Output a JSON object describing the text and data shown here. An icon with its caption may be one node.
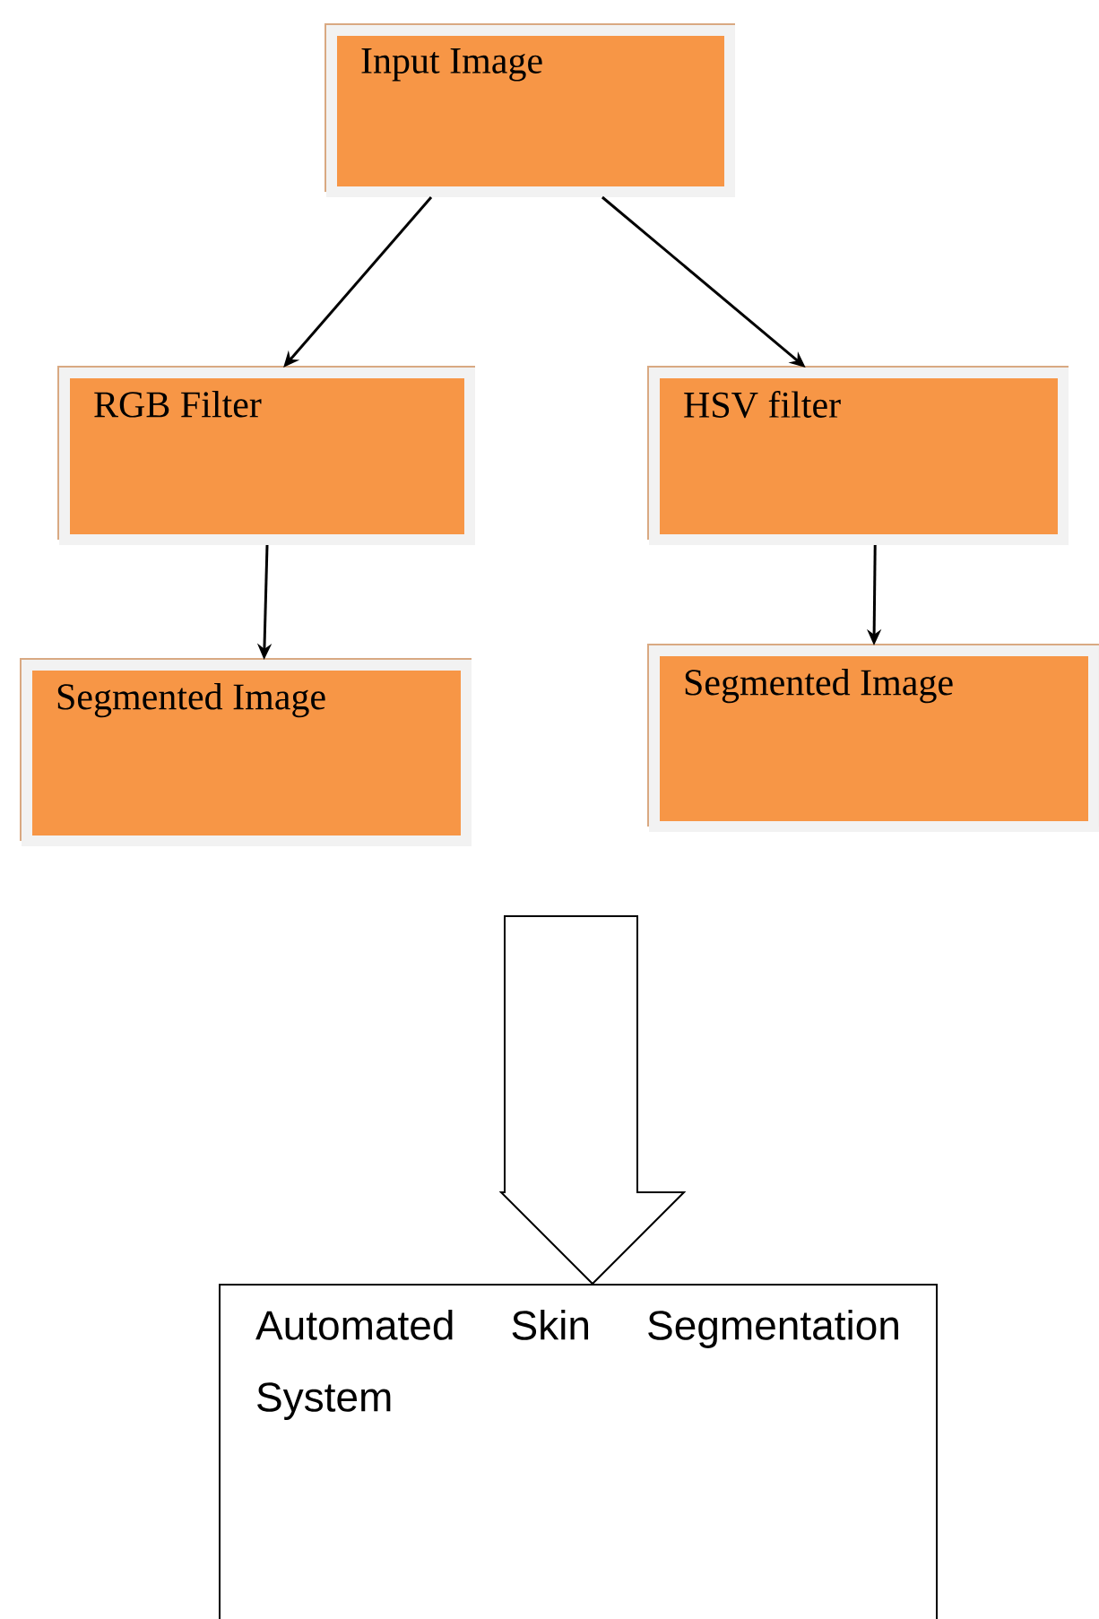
{
  "diagram": {
    "nodes": [
      {
        "text": [
          "Input Image"
        ]
      },
      {
        "text": [
          "RGB Filter"
        ]
      },
      {
        "text": [
          "HSV filter"
        ]
      },
      {
        "text": [
          "Segmented Image"
        ]
      },
      {
        "text": [
          "Segmented Image"
        ]
      },
      {
        "text": [
          "Automated Skin Segmentation System"
        ]
      }
    ],
    "edges": [
      {
        "from": 0,
        "to": 1,
        "arrow": "to"
      },
      {
        "from": 0,
        "to": 2,
        "arrow": "to"
      },
      {
        "from": 1,
        "to": 3,
        "arrow": "to"
      },
      {
        "from": 2,
        "to": 4,
        "arrow": "to"
      },
      {
        "from": null,
        "to": 5,
        "arrow": "to"
      }
    ]
  }
}
